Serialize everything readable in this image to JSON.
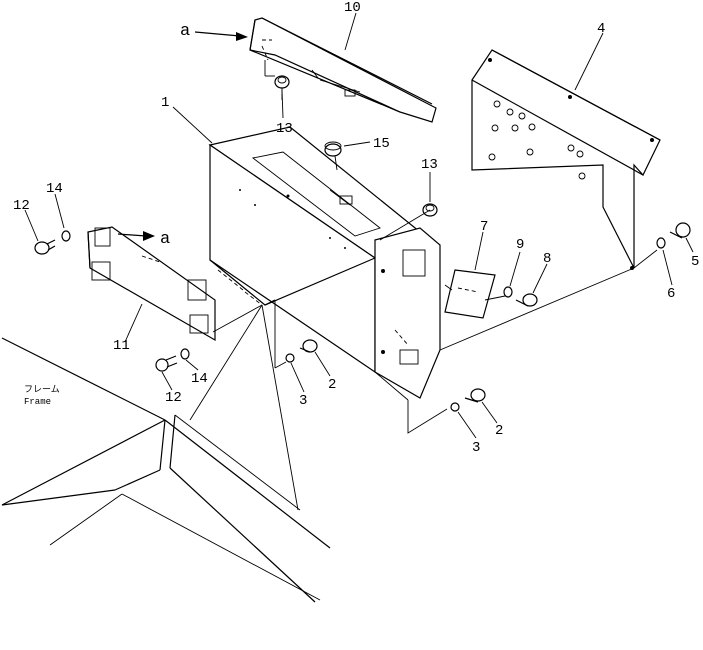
{
  "diagram": {
    "callouts": {
      "c1": "1",
      "c2a": "2",
      "c2b": "2",
      "c3a": "3",
      "c3b": "3",
      "c4": "4",
      "c5": "5",
      "c6": "6",
      "c7": "7",
      "c8": "8",
      "c9": "9",
      "c10": "10",
      "c11": "11",
      "c12a": "12",
      "c12b": "12",
      "c13a": "13",
      "c13b": "13",
      "c14a": "14",
      "c14b": "14",
      "c15": "15"
    },
    "view_marker_top": "a",
    "view_marker_left": "a",
    "frame_label_jp": "フレーム",
    "frame_label_en": "Frame"
  }
}
